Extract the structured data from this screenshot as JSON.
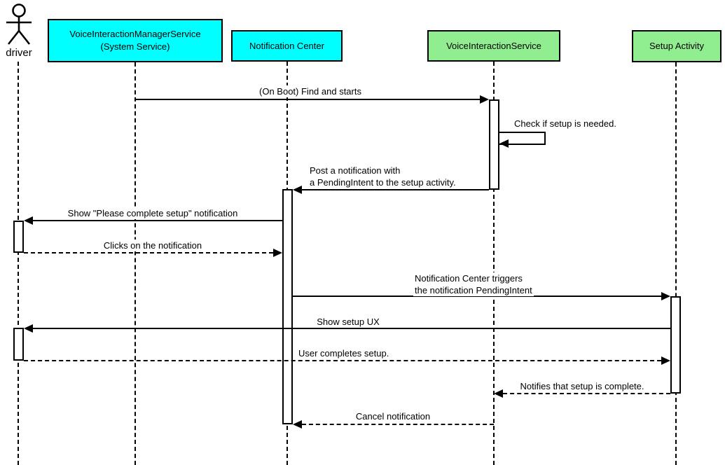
{
  "diagram_type": "uml-sequence",
  "colors": {
    "participant_cyan": "#00FFFF",
    "participant_green": "#90EE90",
    "line": "#000000",
    "background": "#FFFFFF"
  },
  "participants": [
    {
      "name": "driver",
      "type": "actor"
    },
    {
      "name": "VoiceInteractionManagerService",
      "subtitle": "(System Service)",
      "type": "box",
      "fill": "#00FFFF"
    },
    {
      "name": "Notification Center",
      "type": "box",
      "fill": "#00FFFF"
    },
    {
      "name": "VoiceInteractionService",
      "type": "box",
      "fill": "#90EE90"
    },
    {
      "name": "Setup Activity",
      "type": "box",
      "fill": "#90EE90"
    }
  ],
  "messages": [
    {
      "text": "(On Boot) Find and starts",
      "from": "VoiceInteractionManagerService",
      "to": "VoiceInteractionService",
      "line": "solid"
    },
    {
      "text": "Check if setup is needed.",
      "from": "VoiceInteractionService",
      "to": "VoiceInteractionService",
      "line": "solid",
      "self": true
    },
    {
      "text1": "Post a notification with",
      "text2": "a PendingIntent to the setup activity.",
      "from": "VoiceInteractionService",
      "to": "Notification Center",
      "line": "solid"
    },
    {
      "text": "Show \"Please complete setup\" notification",
      "from": "Notification Center",
      "to": "driver",
      "line": "solid"
    },
    {
      "text": "Clicks on the notification",
      "from": "driver",
      "to": "Notification Center",
      "line": "dashed"
    },
    {
      "text1": "Notification Center triggers",
      "text2": "the notification PendingIntent",
      "from": "Notification Center",
      "to": "Setup Activity",
      "line": "solid"
    },
    {
      "text": "Show setup UX",
      "from": "Setup Activity",
      "to": "driver",
      "line": "solid"
    },
    {
      "text": "User completes setup.",
      "from": "driver",
      "to": "Setup Activity",
      "line": "dashed"
    },
    {
      "text": "Notifies that setup is complete.",
      "from": "Setup Activity",
      "to": "VoiceInteractionService",
      "line": "dashed"
    },
    {
      "text": "Cancel notification",
      "from": "VoiceInteractionService",
      "to": "Notification Center",
      "line": "dashed"
    }
  ]
}
